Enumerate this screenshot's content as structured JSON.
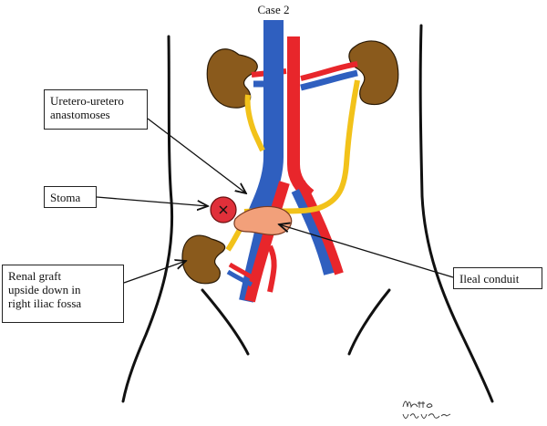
{
  "figure": {
    "title": "Case 2",
    "labels": {
      "uretero_line1": "Uretero-uretero",
      "uretero_line2": "anastomoses",
      "stoma": "Stoma",
      "graft_line1": "Renal graft",
      "graft_line2": "upside down in",
      "graft_line3": "right iliac fossa",
      "ileal_conduit": "Ileal conduit"
    },
    "signature": "Matteo Vivarelli"
  },
  "colors": {
    "artery": "#e8262b",
    "vein": "#2f5fbf",
    "ureter": "#f2c21a",
    "kidney": "#8a5a1c",
    "stoma": "#e0303a",
    "conduit": "#f2a07a",
    "outline": "#111111"
  }
}
